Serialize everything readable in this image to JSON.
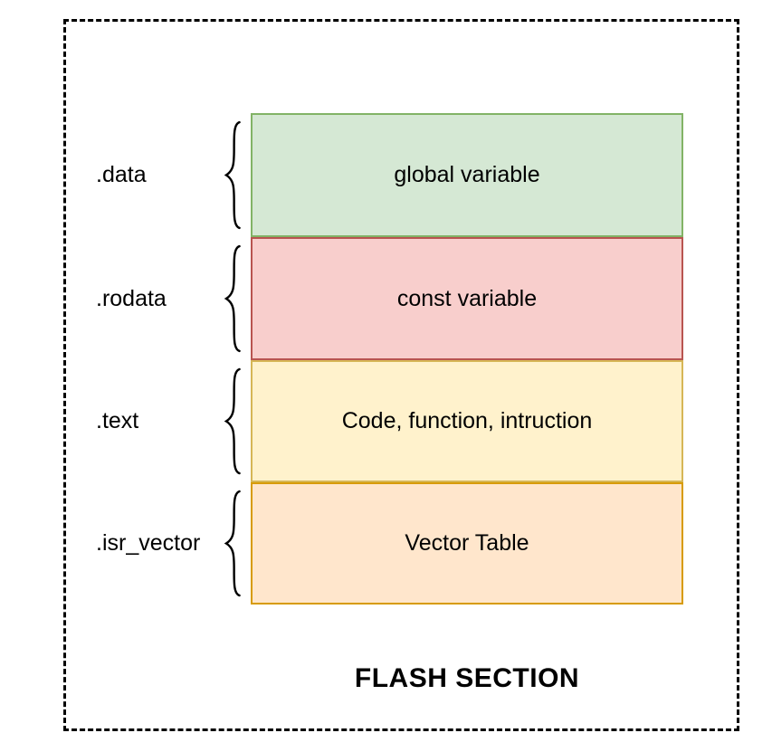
{
  "canvas": {
    "background": "#ffffff",
    "frame_border_color": "#000000"
  },
  "diagram": {
    "title": "FLASH SECTION",
    "sections": [
      {
        "label": ".data",
        "content": "global variable",
        "fill": "#d5e8d4",
        "stroke": "#82b366"
      },
      {
        "label": ".rodata",
        "content": "const variable",
        "fill": "#f8cecc",
        "stroke": "#b85450"
      },
      {
        "label": ".text",
        "content": "Code, function, intruction",
        "fill": "#fff2cc",
        "stroke": "#d6b656"
      },
      {
        "label": ".isr_vector",
        "content": "Vector Table",
        "fill": "#ffe6cc",
        "stroke": "#d79b00"
      }
    ]
  }
}
